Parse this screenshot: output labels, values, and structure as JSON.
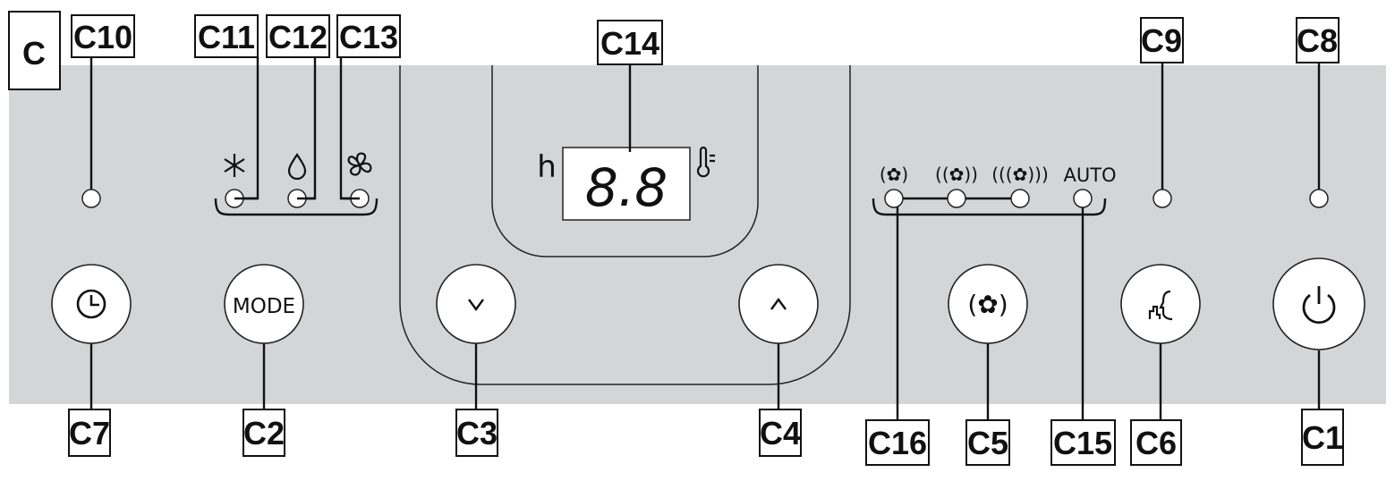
{
  "section_label": "C",
  "colors": {
    "panel": "#d4d5d6",
    "outline": "#222222",
    "button": "#ffffff"
  },
  "callouts": {
    "c1": "C1",
    "c2": "C2",
    "c3": "C3",
    "c4": "C4",
    "c5": "C5",
    "c6": "C6",
    "c7": "C7",
    "c8": "C8",
    "c9": "C9",
    "c10": "C10",
    "c11": "C11",
    "c12": "C12",
    "c13": "C13",
    "c14": "C14",
    "c15": "C15",
    "c16": "C16"
  },
  "display": {
    "value": "8.8",
    "unit_left": "h",
    "unit_right_icon": "thermometer-icon"
  },
  "buttons": {
    "timer": {
      "icon": "clock-icon"
    },
    "mode": {
      "label": "MODE"
    },
    "down": {
      "icon": "chevron-down-icon"
    },
    "up": {
      "icon": "chevron-up-icon"
    },
    "fan": {
      "icon": "fan-icon"
    },
    "sleep": {
      "icon": "sleep-icon"
    },
    "power": {
      "icon": "power-icon"
    }
  },
  "mode_indicators": [
    "snowflake-icon",
    "drop-icon",
    "fan-icon"
  ],
  "fan_speed_indicators": {
    "auto_label": "AUTO",
    "icons": [
      "fan-low-icon",
      "fan-medium-icon",
      "fan-high-icon"
    ]
  }
}
